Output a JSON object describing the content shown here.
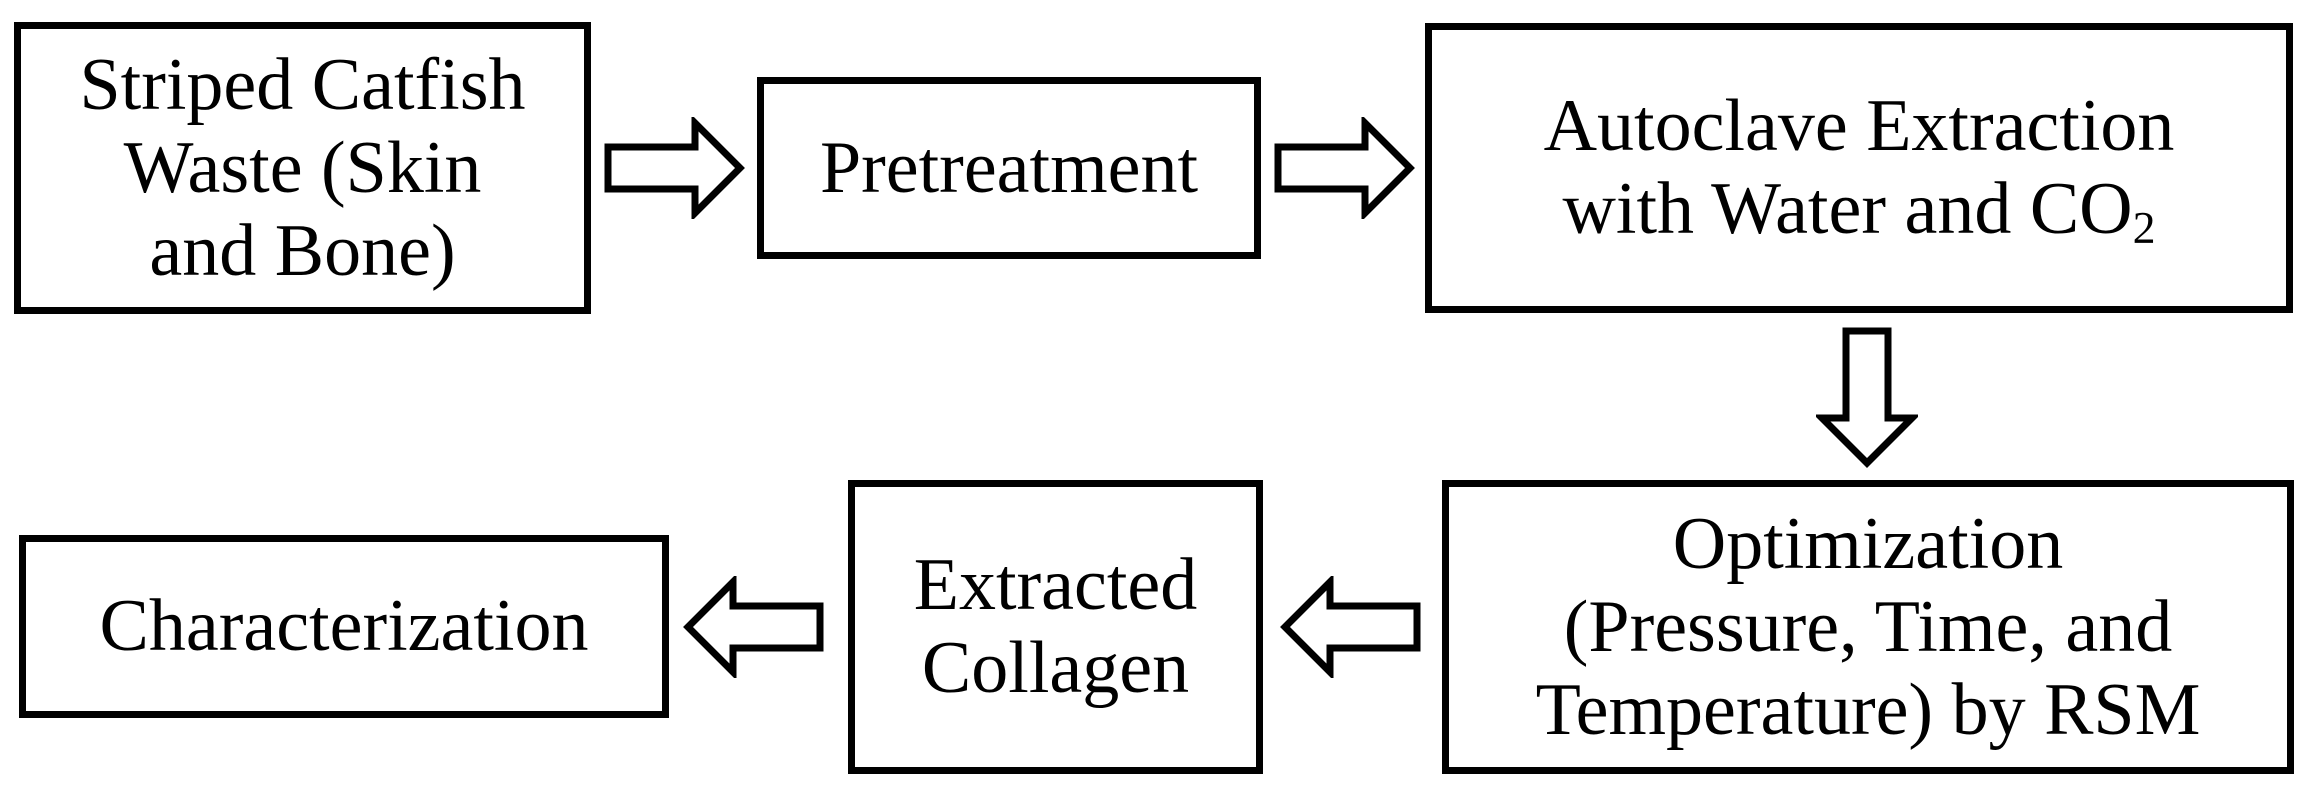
{
  "figure": {
    "type": "flowchart",
    "background": "#ffffff",
    "stroke_color": "#000000",
    "text_color": "#000000"
  },
  "boxes": {
    "waste": {
      "lines": [
        "Striped Catfish",
        "Waste (Skin",
        "and Bone)"
      ]
    },
    "pretreatment": {
      "lines": [
        "Pretreatment"
      ]
    },
    "autoclave": {
      "lines": [
        "Autoclave Extraction",
        "with Water and CO"
      ],
      "subscript": "2"
    },
    "optimization": {
      "lines": [
        "Optimization",
        "(Pressure, Time, and",
        "Temperature) by RSM"
      ]
    },
    "extracted": {
      "lines": [
        "Extracted",
        "Collagen"
      ]
    },
    "characterization": {
      "lines": [
        "Characterization"
      ]
    }
  },
  "arrows": [
    {
      "from": "waste",
      "to": "pretreatment",
      "direction": "right"
    },
    {
      "from": "pretreatment",
      "to": "autoclave",
      "direction": "right"
    },
    {
      "from": "autoclave",
      "to": "optimization",
      "direction": "down"
    },
    {
      "from": "optimization",
      "to": "extracted",
      "direction": "left"
    },
    {
      "from": "extracted",
      "to": "characterization",
      "direction": "left"
    }
  ]
}
